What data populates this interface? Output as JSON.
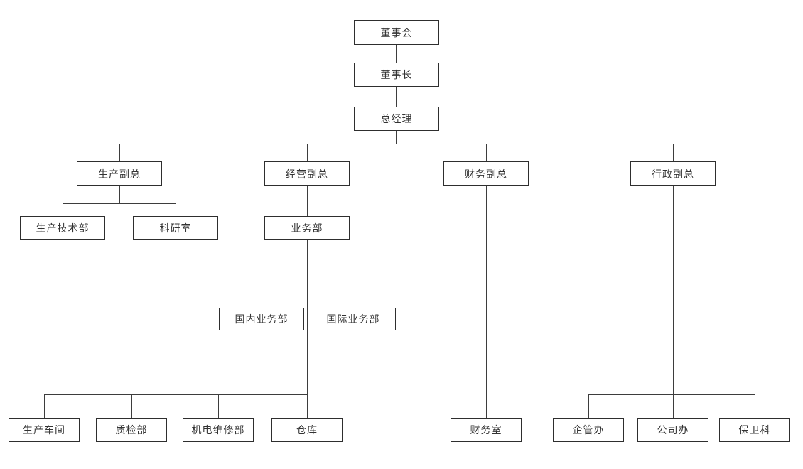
{
  "diagram": {
    "type": "org-chart",
    "colors": {
      "background": "#ffffff",
      "node_border": "#2e2e2e",
      "node_fill": "#ffffff",
      "connector": "#3d3d3d",
      "text": "#333333"
    },
    "nodes": {
      "board": "董事会",
      "chairman": "董事长",
      "general_manager": "总经理",
      "production_vp": "生产副总",
      "operations_vp": "经营副总",
      "finance_vp": "财务副总",
      "admin_vp": "行政副总",
      "production_tech_dept": "生产技术部",
      "research_office": "科研室",
      "business_dept": "业务部",
      "domestic_business_dept": "国内业务部",
      "international_business_dept": "国际业务部",
      "production_workshop": "生产车间",
      "quality_inspection_dept": "质检部",
      "maintenance_dept": "机电维修部",
      "warehouse": "仓库",
      "finance_office": "财务室",
      "enterprise_management_office": "企管办",
      "company_office": "公司办",
      "security_section": "保卫科"
    },
    "edges": [
      "board > chairman",
      "chairman > general_manager",
      "general_manager > production_vp",
      "general_manager > operations_vp",
      "general_manager > finance_vp",
      "general_manager > admin_vp",
      "production_vp > production_tech_dept",
      "production_vp > research_office",
      "operations_vp > business_dept",
      "business_dept > domestic_business_dept",
      "business_dept > international_business_dept",
      "production_tech_dept > production_workshop",
      "production_tech_dept > quality_inspection_dept",
      "production_tech_dept > maintenance_dept",
      "business_dept > warehouse",
      "finance_vp > finance_office",
      "admin_vp > enterprise_management_office",
      "admin_vp > company_office",
      "admin_vp > security_section"
    ]
  }
}
